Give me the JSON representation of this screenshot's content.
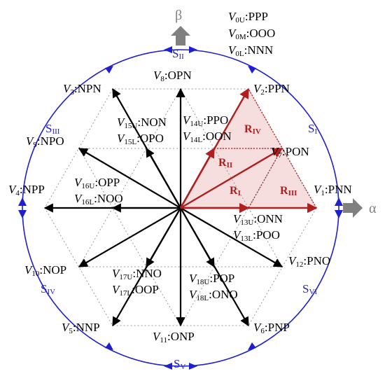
{
  "legend": [
    {
      "v": "V",
      "sub": "0U",
      "state": ":PPP"
    },
    {
      "v": "V",
      "sub": "0M",
      "state": ":OOO"
    },
    {
      "v": "V",
      "sub": "0L",
      "state": ":NNN"
    }
  ],
  "axes": {
    "alpha": "α",
    "beta": "β"
  },
  "sectors": [
    {
      "letter": "S",
      "sub": "I"
    },
    {
      "letter": "S",
      "sub": "II"
    },
    {
      "letter": "S",
      "sub": "III"
    },
    {
      "letter": "S",
      "sub": "IV"
    },
    {
      "letter": "S",
      "sub": "V"
    },
    {
      "letter": "S",
      "sub": "VI"
    }
  ],
  "regions": [
    {
      "letter": "R",
      "sub": "I"
    },
    {
      "letter": "R",
      "sub": "II"
    },
    {
      "letter": "R",
      "sub": "III"
    },
    {
      "letter": "R",
      "sub": "IV"
    }
  ],
  "vectors": {
    "v1": {
      "sub": "1",
      "state": ":PNN"
    },
    "v2": {
      "sub": "2",
      "state": ":PPN"
    },
    "v3": {
      "sub": "3",
      "state": ":NPN"
    },
    "v4": {
      "sub": "4",
      "state": ":NPP"
    },
    "v5": {
      "sub": "5",
      "state": ":NNP"
    },
    "v6": {
      "sub": "6",
      "state": ":PNP"
    },
    "v7": {
      "sub": "7",
      "state": ":PON"
    },
    "v8": {
      "sub": "8",
      "state": ":OPN"
    },
    "v9": {
      "sub": "9",
      "state": ":NPO"
    },
    "v10": {
      "sub": "10",
      "state": ":NOP"
    },
    "v11": {
      "sub": "11",
      "state": ":ONP"
    },
    "v12": {
      "sub": "12",
      "state": ":PNO"
    },
    "v13u": {
      "sub": "13U",
      "state": ":ONN"
    },
    "v13l": {
      "sub": "13L",
      "state": ":POO"
    },
    "v14u": {
      "sub": "14U",
      "state": ":PPO"
    },
    "v14l": {
      "sub": "14L",
      "state": ":OON"
    },
    "v15u": {
      "sub": "15U",
      "state": ":NON"
    },
    "v15l": {
      "sub": "15L",
      "state": ":OPO"
    },
    "v16u": {
      "sub": "16U",
      "state": ":OPP"
    },
    "v16l": {
      "sub": "16L",
      "state": ":NOO"
    },
    "v17u": {
      "sub": "17U",
      "state": ":NNO"
    },
    "v17l": {
      "sub": "17L",
      "state": ":OOP"
    },
    "v18u": {
      "sub": "18U",
      "state": ":POP"
    },
    "v18l": {
      "sub": "18L",
      "state": ":ONO"
    }
  },
  "v_letter": "V",
  "colors": {
    "vector": "#000000",
    "highlight": "#b01e1e",
    "region_fill": "#f6dede",
    "circle": "#1f1fd0",
    "grid": "#999999",
    "axis": "#808080"
  }
}
